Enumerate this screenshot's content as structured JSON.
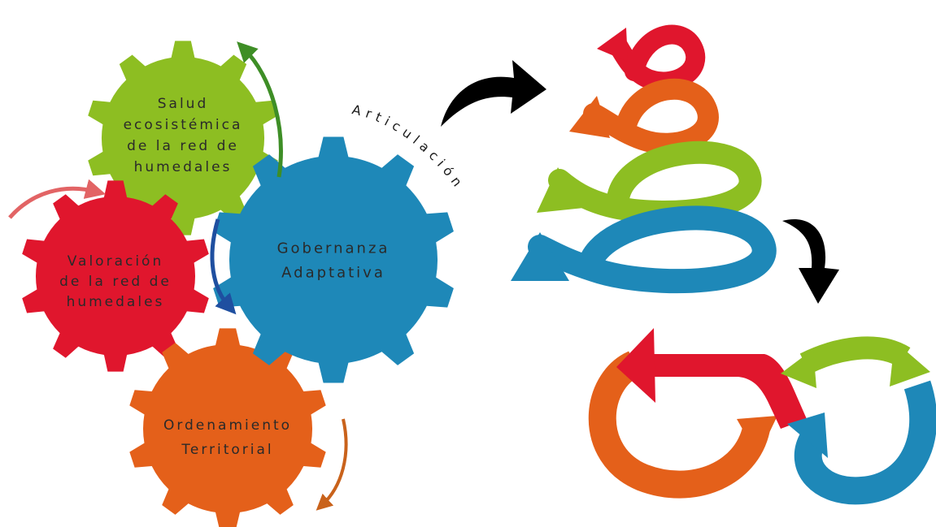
{
  "gears": [
    {
      "id": "salud",
      "color": "#8DBE22",
      "lines": [
        "Salud",
        "ecosistémica",
        "de la red de",
        "humedales"
      ]
    },
    {
      "id": "valoracion",
      "color": "#E0162D",
      "lines": [
        "Valoración",
        "de la red de",
        "humedales"
      ]
    },
    {
      "id": "gobernanza",
      "color": "#1E88B8",
      "lines": [
        "Gobernanza",
        "Adaptativa"
      ]
    },
    {
      "id": "ordenamiento",
      "color": "#E4601A",
      "lines": [
        "Ordenamiento",
        "Territorial"
      ]
    }
  ],
  "articulation_label": "Articulación",
  "colors": {
    "green": "#8DBE22",
    "red": "#E0162D",
    "blue": "#1E88B8",
    "orange": "#E4601A",
    "dark_green": "#3E8E26",
    "pink": "#E26465",
    "dark_blue": "#1F4FA0",
    "brown_orange": "#C9621B",
    "black": "#000000"
  }
}
